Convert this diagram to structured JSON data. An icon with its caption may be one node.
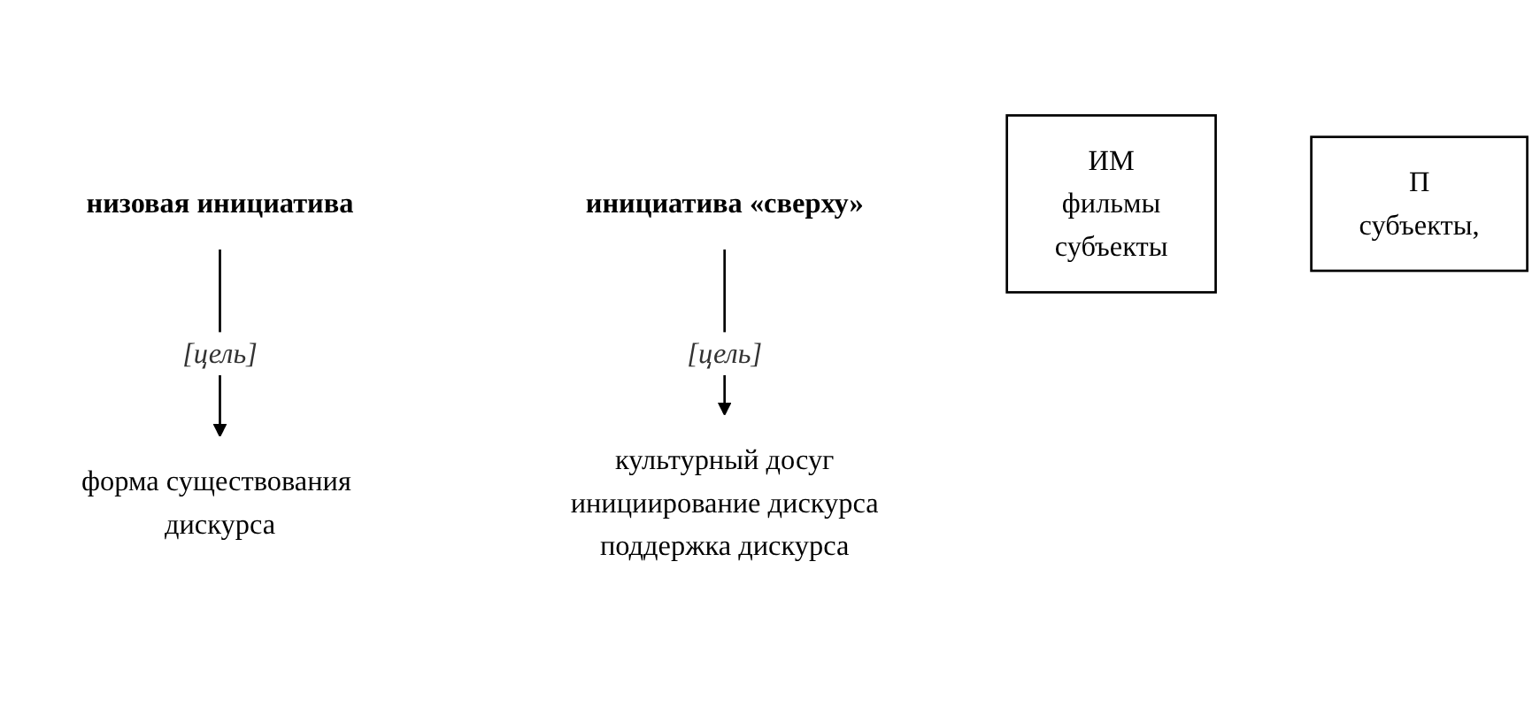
{
  "diagram": {
    "nodes": [
      {
        "text": [
          "форма существования дискурса"
        ]
      },
      {
        "text": [
          "низовая инициатива"
        ]
      },
      {
        "text": [
          "инициатива «сверху»"
        ]
      },
      {
        "text": [
          "культурный досуг",
          "инициирование дискурса",
          "поддержка дискурса"
        ]
      },
      {
        "text": [
          "ИМ",
          "фильмы",
          "субъекты"
        ]
      },
      {
        "text": [
          "П",
          "субъекты,"
        ]
      }
    ],
    "edges": [
      {
        "from": 1,
        "to": 0,
        "arrow": "to",
        "label": "[цель]"
      },
      {
        "from": 2,
        "to": 3,
        "arrow": "to",
        "label": "[цель]"
      }
    ]
  }
}
